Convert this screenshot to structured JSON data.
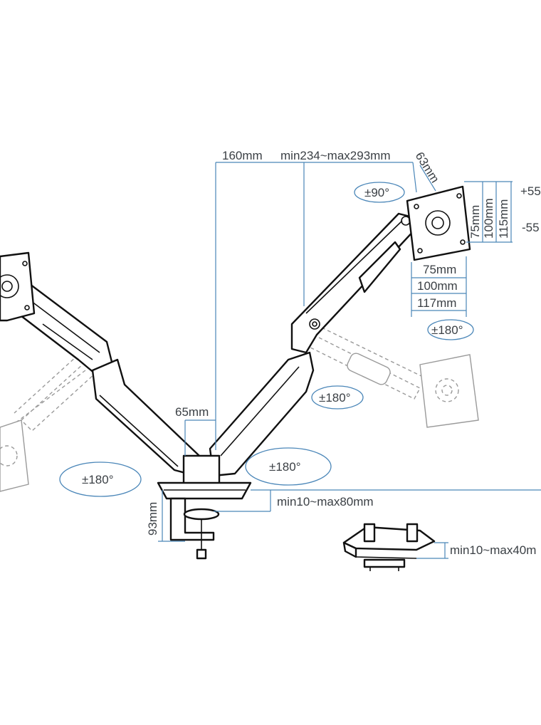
{
  "colors": {
    "dimension_line": "#4a86b8",
    "outline": "#111111",
    "ghost": "#9a9a9a",
    "text": "#3a3f44"
  },
  "dimensions": {
    "arm_offset": "160mm",
    "arm_reach": "min234~max293mm",
    "head_depth": "63mm",
    "tilt_up": "+55",
    "tilt_down": "-55",
    "vesa_h_75": "75mm",
    "vesa_h_100": "100mm",
    "vesa_h_115": "115mm",
    "vesa_w_75": "75mm",
    "vesa_w_100": "100mm",
    "vesa_w_117": "117mm",
    "pole_offset": "65mm",
    "clamp_range": "min10~max80mm",
    "clamp_height": "93mm",
    "grommet_range": "min10~max40m"
  },
  "rotations": {
    "head_tilt": "±90°",
    "head_swivel": "±180°",
    "upper_arm": "±180°",
    "lower_arm_right": "±180°",
    "lower_arm_left": "±180°"
  }
}
